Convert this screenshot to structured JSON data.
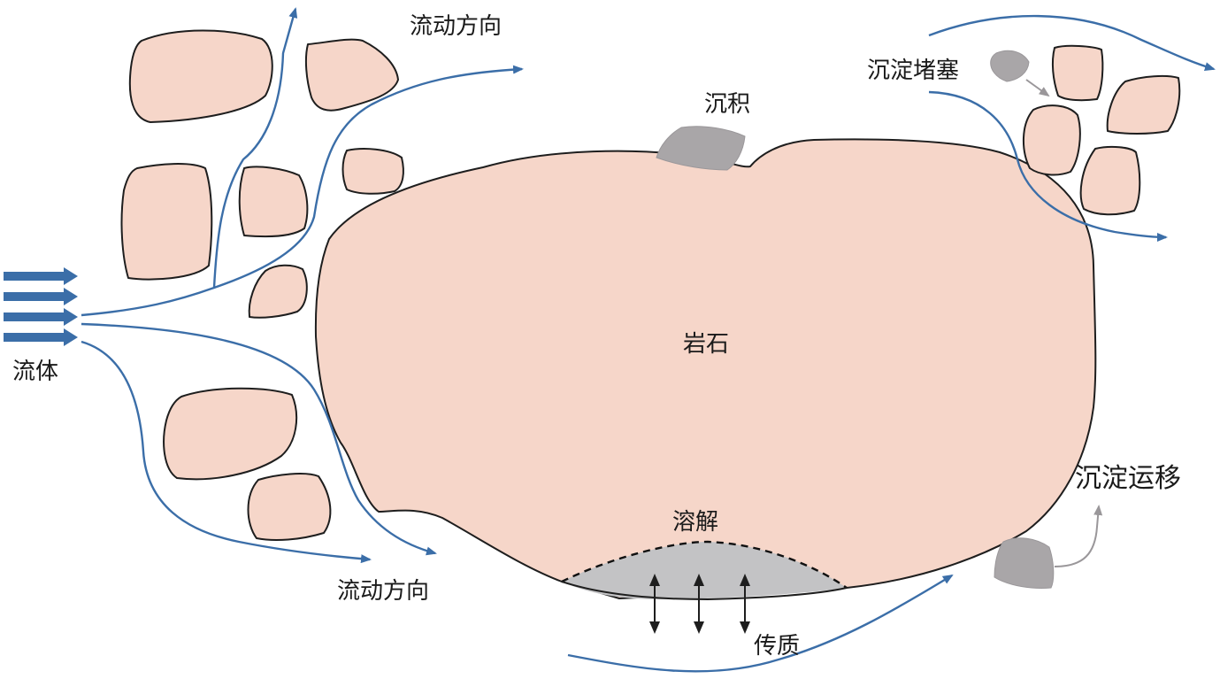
{
  "labels": {
    "fluid": "流体",
    "flow_direction_top": "流动方向",
    "flow_direction_bottom": "流动方向",
    "deposition": "沉积",
    "rock": "岩石",
    "dissolution": "溶解",
    "mass_transfer": "传质",
    "plugging": "沉淀堵塞",
    "migration": "沉淀运移"
  },
  "colors": {
    "rock_fill": "#f6d6c9",
    "outline": "#1e1e1e",
    "flow_line": "#3b6ea8",
    "sediment": "#a9a6a8",
    "dissolved_zone": "#c3c3c5",
    "transfer_arrow": "#1e1e1e"
  }
}
